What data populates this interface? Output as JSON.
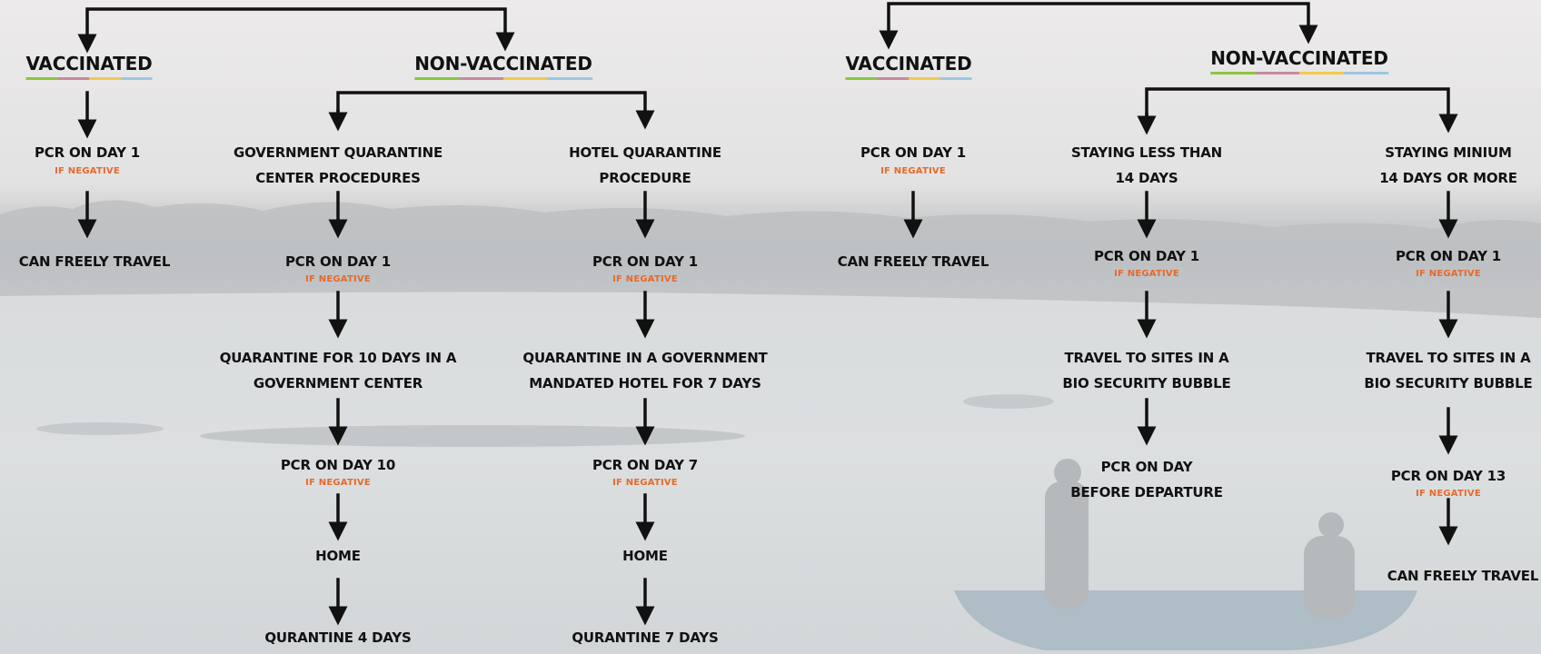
{
  "left": {
    "vaccinated": {
      "heading": "VACCINATED",
      "steps": [
        "PCR ON DAY 1",
        "CAN FREELY TRAVEL"
      ],
      "note": "IF NEGATIVE"
    },
    "non_vaccinated": {
      "heading": "NON-VACCINATED",
      "government": {
        "title": [
          "GOVERNMENT QUARANTINE",
          "CENTER PROCEDURES"
        ],
        "pcr1": "PCR ON DAY 1",
        "quarantine": [
          "QUARANTINE FOR 10 DAYS IN A",
          "GOVERNMENT CENTER"
        ],
        "pcr2": "PCR ON DAY 10",
        "home": "HOME",
        "final": "QURANTINE 4 DAYS"
      },
      "hotel": {
        "title": [
          "HOTEL QUARANTINE",
          "PROCEDURE"
        ],
        "pcr1": "PCR ON DAY 1",
        "quarantine": [
          "QUARANTINE IN A GOVERNMENT",
          "MANDATED HOTEL FOR 7 DAYS"
        ],
        "pcr2": "PCR ON DAY 7",
        "home": "HOME",
        "final": "QURANTINE 7 DAYS"
      }
    }
  },
  "right": {
    "vaccinated": {
      "heading": "VACCINATED",
      "steps": [
        "PCR ON DAY 1",
        "CAN FREELY TRAVEL"
      ],
      "note": "IF NEGATIVE"
    },
    "non_vaccinated": {
      "heading": "NON-VACCINATED",
      "short_stay": {
        "title": [
          "STAYING LESS THAN",
          "14 DAYS"
        ],
        "pcr1": "PCR ON DAY 1",
        "travel": [
          "TRAVEL TO SITES IN A",
          "BIO SECURITY BUBBLE"
        ],
        "final": [
          "PCR ON DAY",
          "BEFORE DEPARTURE"
        ]
      },
      "long_stay": {
        "title": [
          "STAYING MINIUM",
          "14 DAYS OR MORE"
        ],
        "pcr1": "PCR ON DAY 1",
        "travel": [
          "TRAVEL TO SITES IN A",
          "BIO SECURITY BUBBLE"
        ],
        "pcr2": "PCR ON DAY 13",
        "final": "CAN FREELY TRAVEL"
      }
    }
  },
  "note_if_negative": "IF NEGATIVE",
  "colors": {
    "arrow": "#111111",
    "note": "#e56a2c",
    "text": "#111111"
  }
}
